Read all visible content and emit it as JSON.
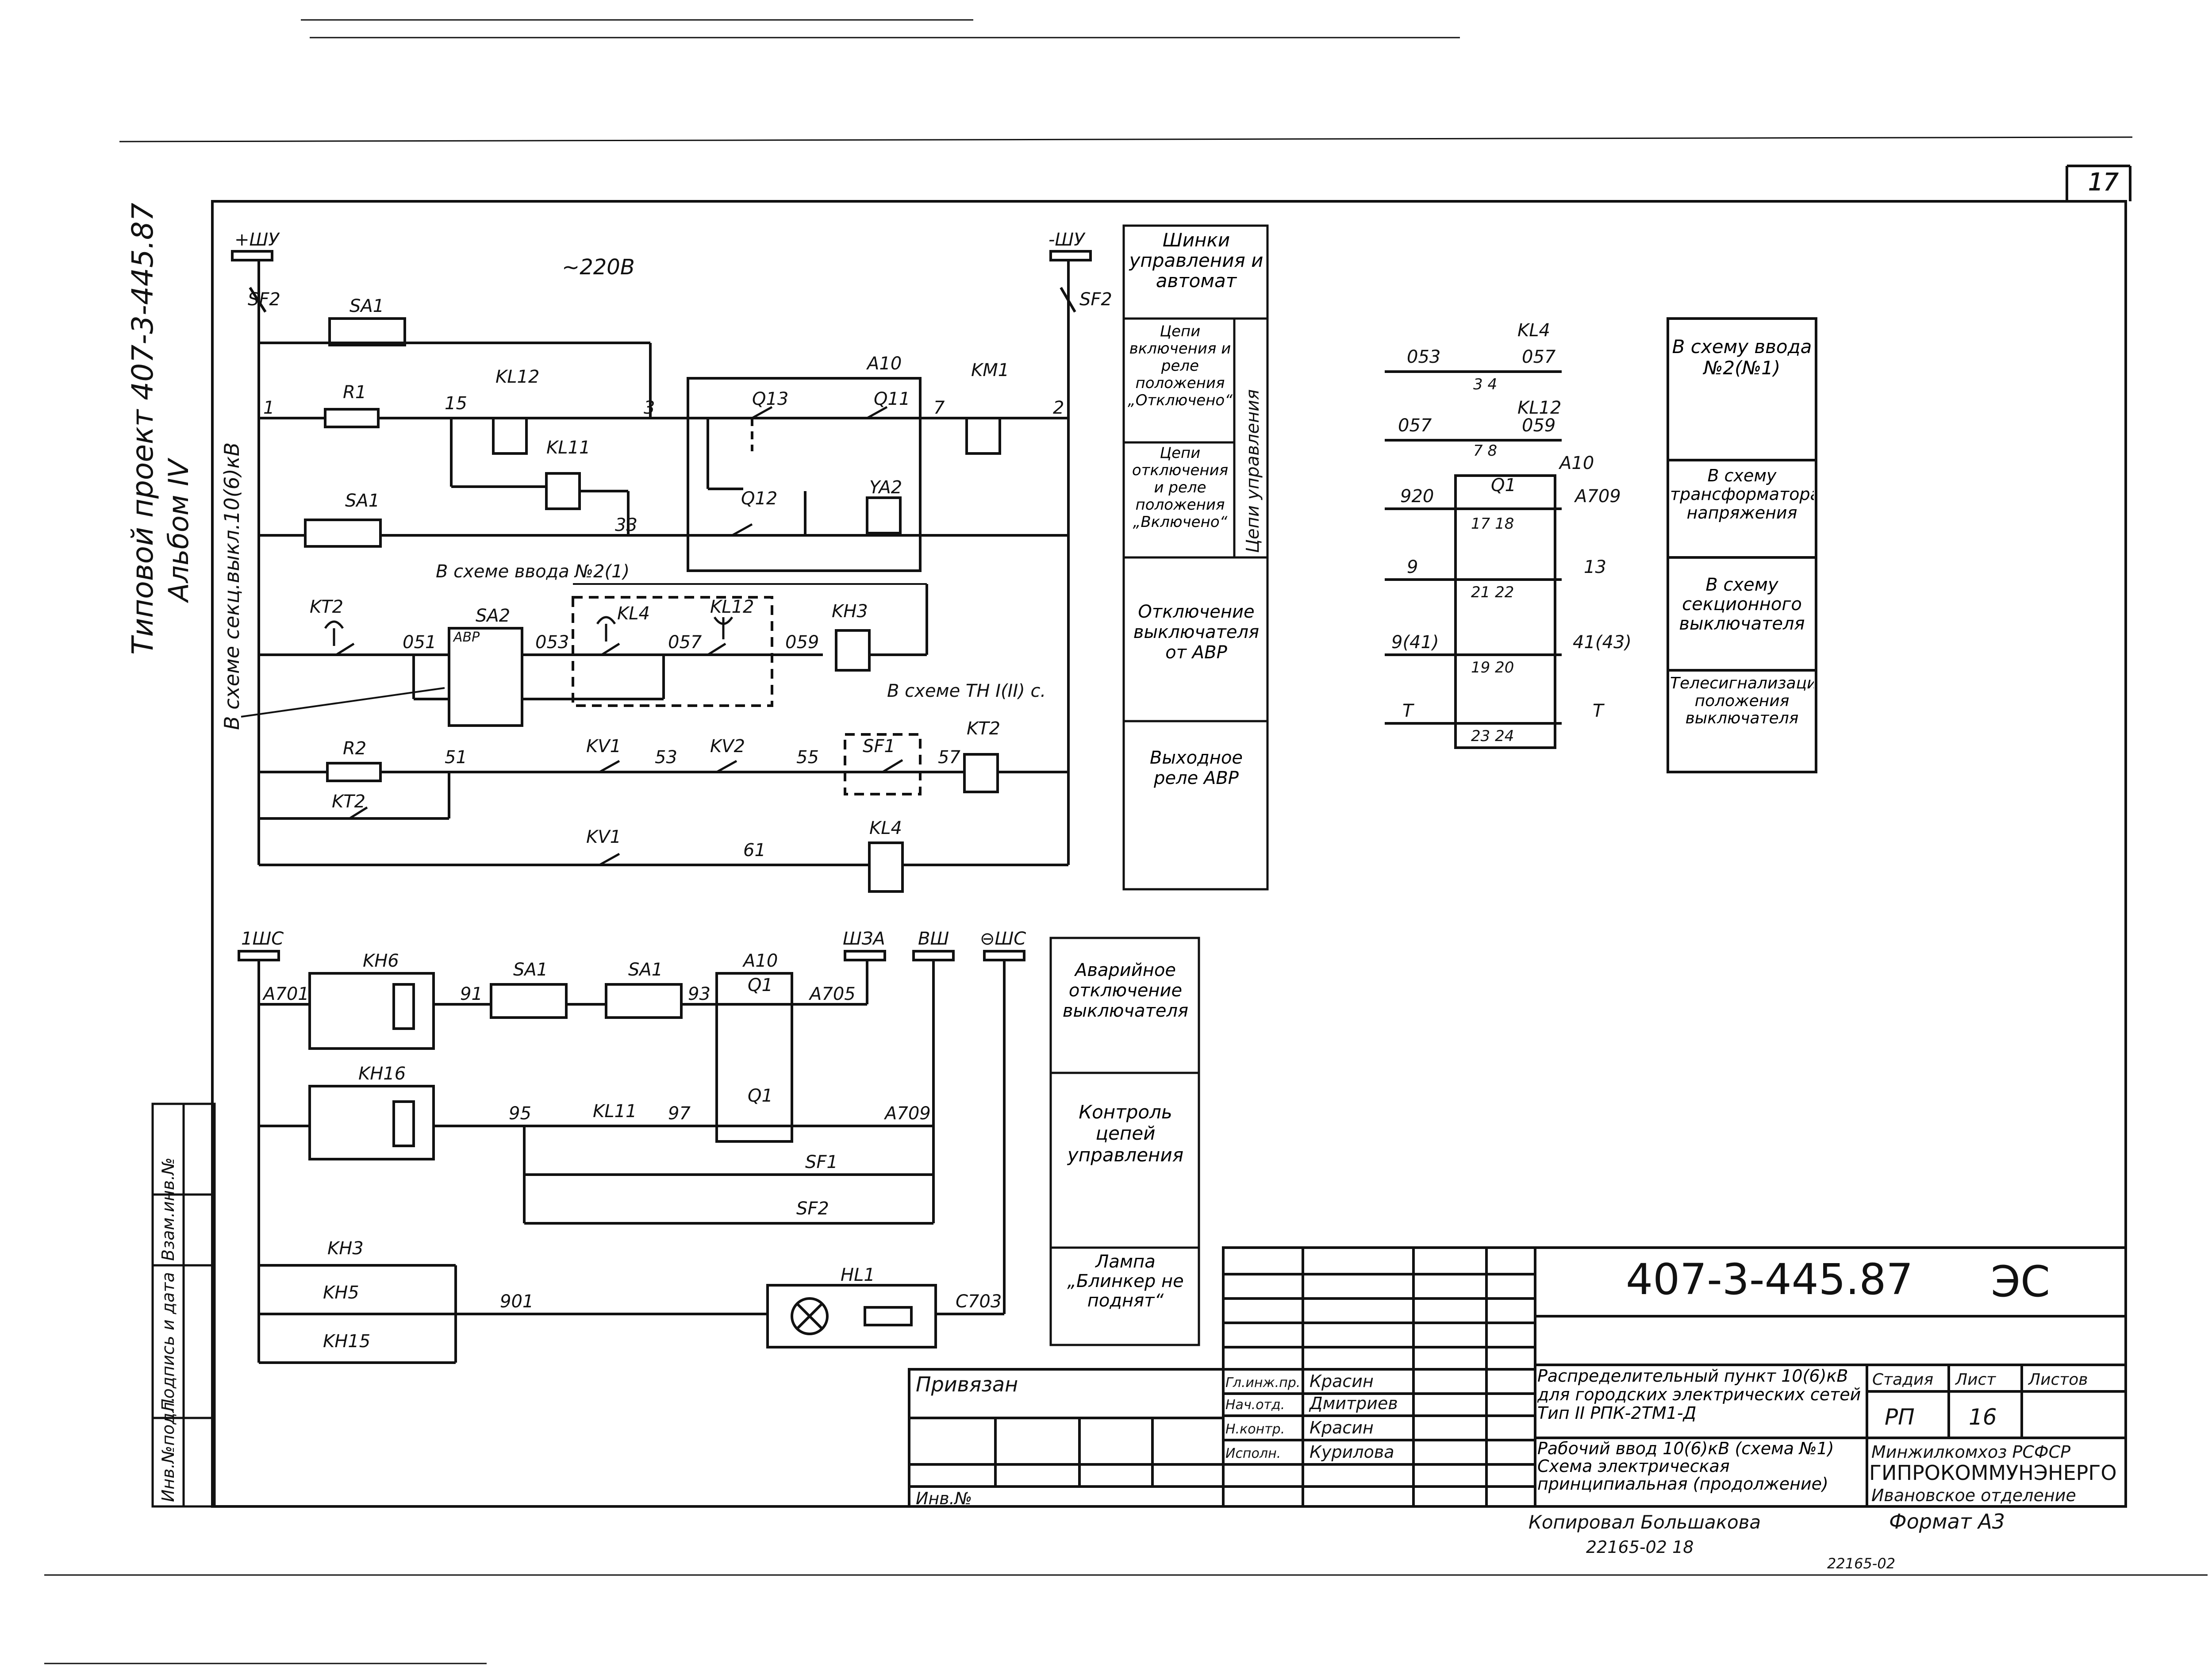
{
  "sheet_number": "17",
  "project_label": "Типовой проект 407-3-445.87",
  "album_label": "Альбом IV",
  "section_note": "В схеме секц.выкл.10(6)кВ",
  "voltage": "~220В",
  "buses": {
    "plus_control": "+ШУ",
    "minus_control": "-ШУ",
    "signal": "1ШС",
    "alarm": "ШЗА",
    "lamp_bus": "ВШ",
    "minus_signal": "⊖ШС"
  },
  "component_labels": {
    "SF2": "SF2",
    "SA1": "SA1",
    "R1": "R1",
    "KL12": "KL12",
    "KL11": "KL11",
    "A10": "A10",
    "Q13": "Q13",
    "Q11": "Q11",
    "Q12": "Q12",
    "KM1": "KM1",
    "YA2": "YA2",
    "KT2": "KT2",
    "SA2": "SA2",
    "KL4": "KL4",
    "KH3": "KH3",
    "R2": "R2",
    "KV1": "KV1",
    "KV2": "KV2",
    "SF1": "SF1",
    "KH6": "KH6",
    "KH16": "KH16",
    "Q1": "Q1",
    "KH5": "KH5",
    "KH15": "KH15",
    "HL1": "HL1",
    "ABP": "АВР"
  },
  "notes": {
    "input2": "В схеме ввода №2(1)",
    "tn": "В схеме ТН I(II) с."
  },
  "wires": {
    "w1": "1",
    "w2": "2",
    "w3": "3",
    "w15": "15",
    "w7": "7",
    "w33": "33",
    "w051": "051",
    "w053": "053",
    "w057": "057",
    "w059": "059",
    "w51": "51",
    "w53": "53",
    "w55": "55",
    "w57": "57",
    "w61": "61",
    "A701": "А701",
    "w91": "91",
    "w93": "93",
    "A705": "А705",
    "w95": "95",
    "w97": "97",
    "A709": "А709",
    "w901": "901",
    "C703": "С703"
  },
  "side_blocks": [
    "Шинки управления и автомат",
    "Цепи включения и реле положения „Отключено“",
    "Цепи отключения и реле положения „Включено“",
    "Отключение выключателя от АВР",
    "Выходное реле АВР"
  ],
  "side_blocks_group": "Цепи управления",
  "signal_blocks": [
    "Аварийное отключение выключателя",
    "Контроль цепей управления",
    "Лампа „Блинкер не поднят“"
  ],
  "right_schema": {
    "rows": [
      {
        "left": "053",
        "right": "057",
        "element": "KL4",
        "pins": "3  4"
      },
      {
        "left": "057",
        "right": "059",
        "element": "KL12",
        "pins": "7  8"
      },
      {
        "left": "920",
        "right": "А709",
        "element": "Q1",
        "pins": "17  18"
      },
      {
        "left": "9",
        "right": "13",
        "element": "",
        "pins": "21  22"
      },
      {
        "left": "9(41)",
        "right": "41(43)",
        "element": "",
        "pins": "19  20"
      },
      {
        "left": "Т",
        "right": "Т",
        "element": "",
        "pins": "23  24"
      }
    ],
    "a10": "A10",
    "notes": [
      "В схему ввода №2(№1)",
      "В схему трансформатора напряжения",
      "В схему секционного выключателя",
      "Телесигнализация положения выключателя"
    ]
  },
  "title_block": {
    "code": "407-3-445.87",
    "mark": "ЭС",
    "bound": "Привязан",
    "inv_no": "Инв.№",
    "staff": [
      {
        "role": "Гл.инж.пр.",
        "name": "Красин"
      },
      {
        "role": "Нач.отд.",
        "name": "Дмитриев"
      },
      {
        "role": "Н.контр.",
        "name": "Красин"
      },
      {
        "role": "Исполн.",
        "name": "Курилова"
      }
    ],
    "desc1": "Распределительный пункт 10(6)кВ для городских электрических сетей Тип II РПК-2ТМ1-Д",
    "desc2": "Рабочий ввод 10(6)кВ (схема №1) Схема электрическая принципиальная (продолжение)",
    "stage_label": "Стадия",
    "sheet_label": "Лист",
    "sheets_label": "Листов",
    "stage": "РП",
    "sheet": "16",
    "org1": "Минжилкомхоз РСФСР",
    "org2": "ГИПРОКОММУНЭНЕРГО",
    "org3": "Ивановское отделение",
    "copied": "Копировал Большакова",
    "format": "Формат А3",
    "order": "22165-02  18",
    "order2": "22165-02"
  },
  "left_stamp": [
    "Инв.№подл.",
    "Подпись и дата",
    "Взам.инв.№"
  ]
}
